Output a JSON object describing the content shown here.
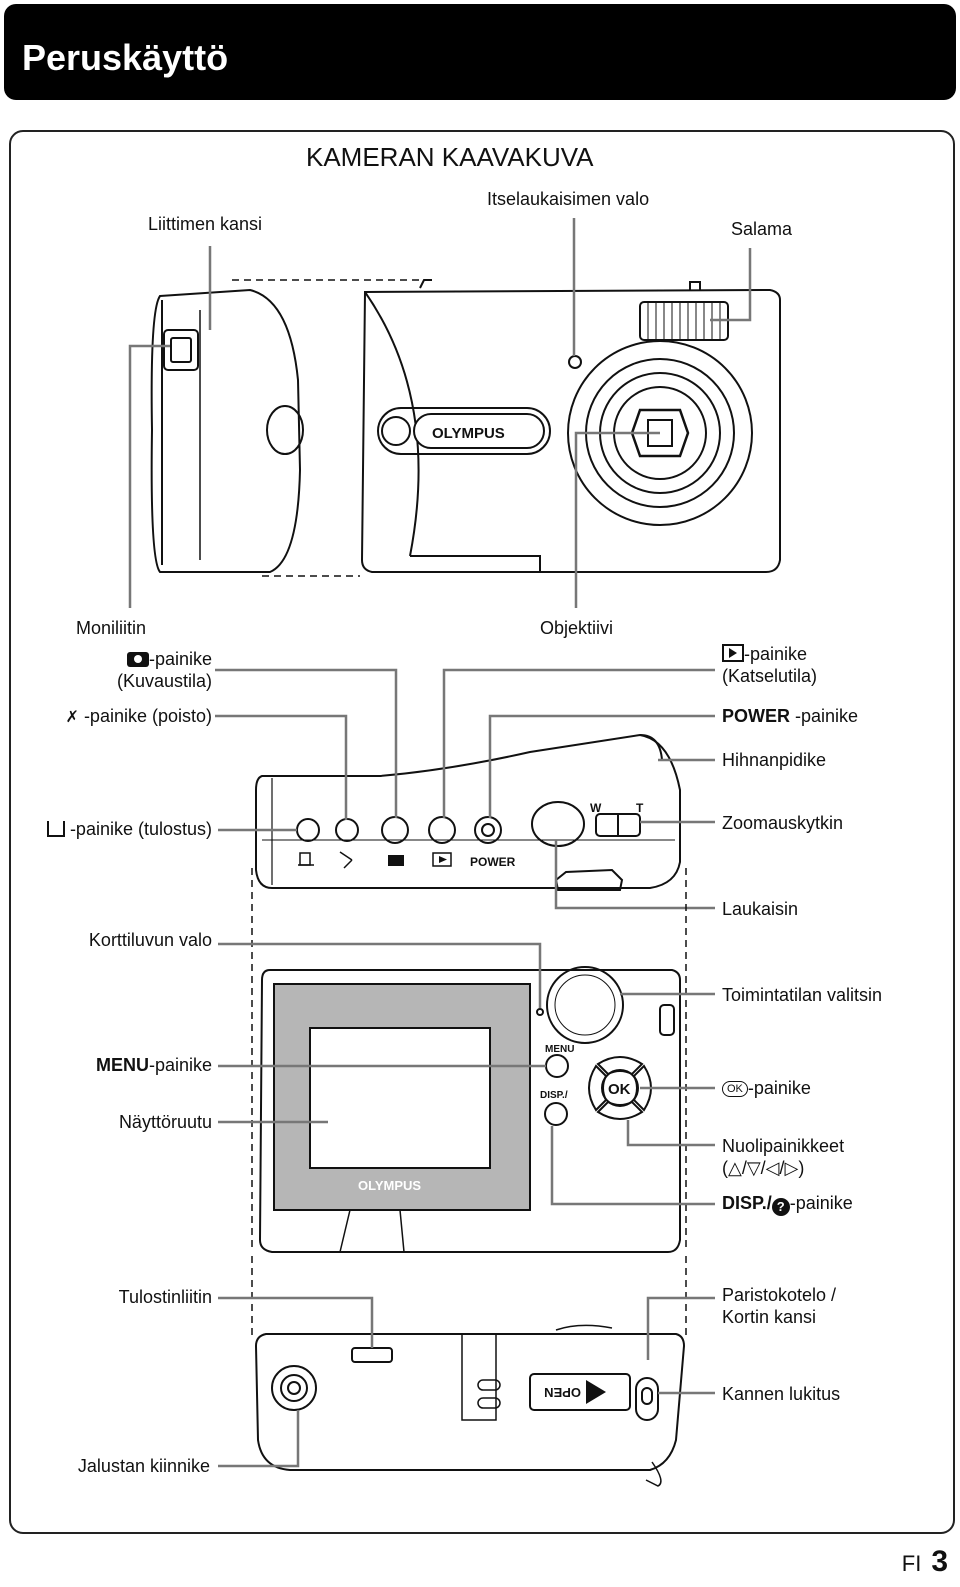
{
  "header": {
    "title": "Peruskäyttö"
  },
  "diagram": {
    "title": "KAMERAN KAAVAKUVA",
    "labels": {
      "liittimen_kansi": "Liittimen kansi",
      "itselaukaisimen_valo": "Itselaukaisimen valo",
      "salama": "Salama",
      "moniliitin": "Moniliitin",
      "objektiivi": "Objektiivi",
      "kuvaus_suffix": "-painike",
      "kuvaus_sub": "(Kuvaustila)",
      "poisto": "-painike (poisto)",
      "katselu_suffix": "-painike",
      "katselu_sub": "(Katselutila)",
      "power_bold": "POWER",
      "power_rest": " -painike",
      "hihnanpidike": "Hihnanpidike",
      "tulostus": "-painike (tulostus)",
      "zoomauskytkin": "Zoomauskytkin",
      "laukaisin": "Laukaisin",
      "korttiluvun_valo": "Korttiluvun valo",
      "toimintatilan_valitsin": "Toimintatilan valitsin",
      "menu_bold": "MENU",
      "menu_rest": "-painike",
      "ok_rest": "-painike",
      "nayttoruutu": "Näyttöruutu",
      "nuolipainikkeet": "Nuolipainikkeet",
      "nuoli_sub": "(△/▽/◁/▷)",
      "disp_bold": "DISP./",
      "disp_rest": "-painike",
      "tulostinliitin": "Tulostinliitin",
      "paristokotelo_1": "Paristokotelo /",
      "paristokotelo_2": "Kortin kansi",
      "kannen_lukitus": "Kannen lukitus",
      "jalustan_kiinnike": "Jalustan kiinnike"
    },
    "camera_text": {
      "brand": "OLYMPUS",
      "power_btn": "POWER",
      "zoom_w": "W",
      "zoom_t": "T",
      "menu_btn": "MENU",
      "disp_btn": "DISP./",
      "ok_btn": "OK",
      "open_text": "OPEN"
    }
  },
  "footer": {
    "lang": "FI",
    "page": "3"
  }
}
